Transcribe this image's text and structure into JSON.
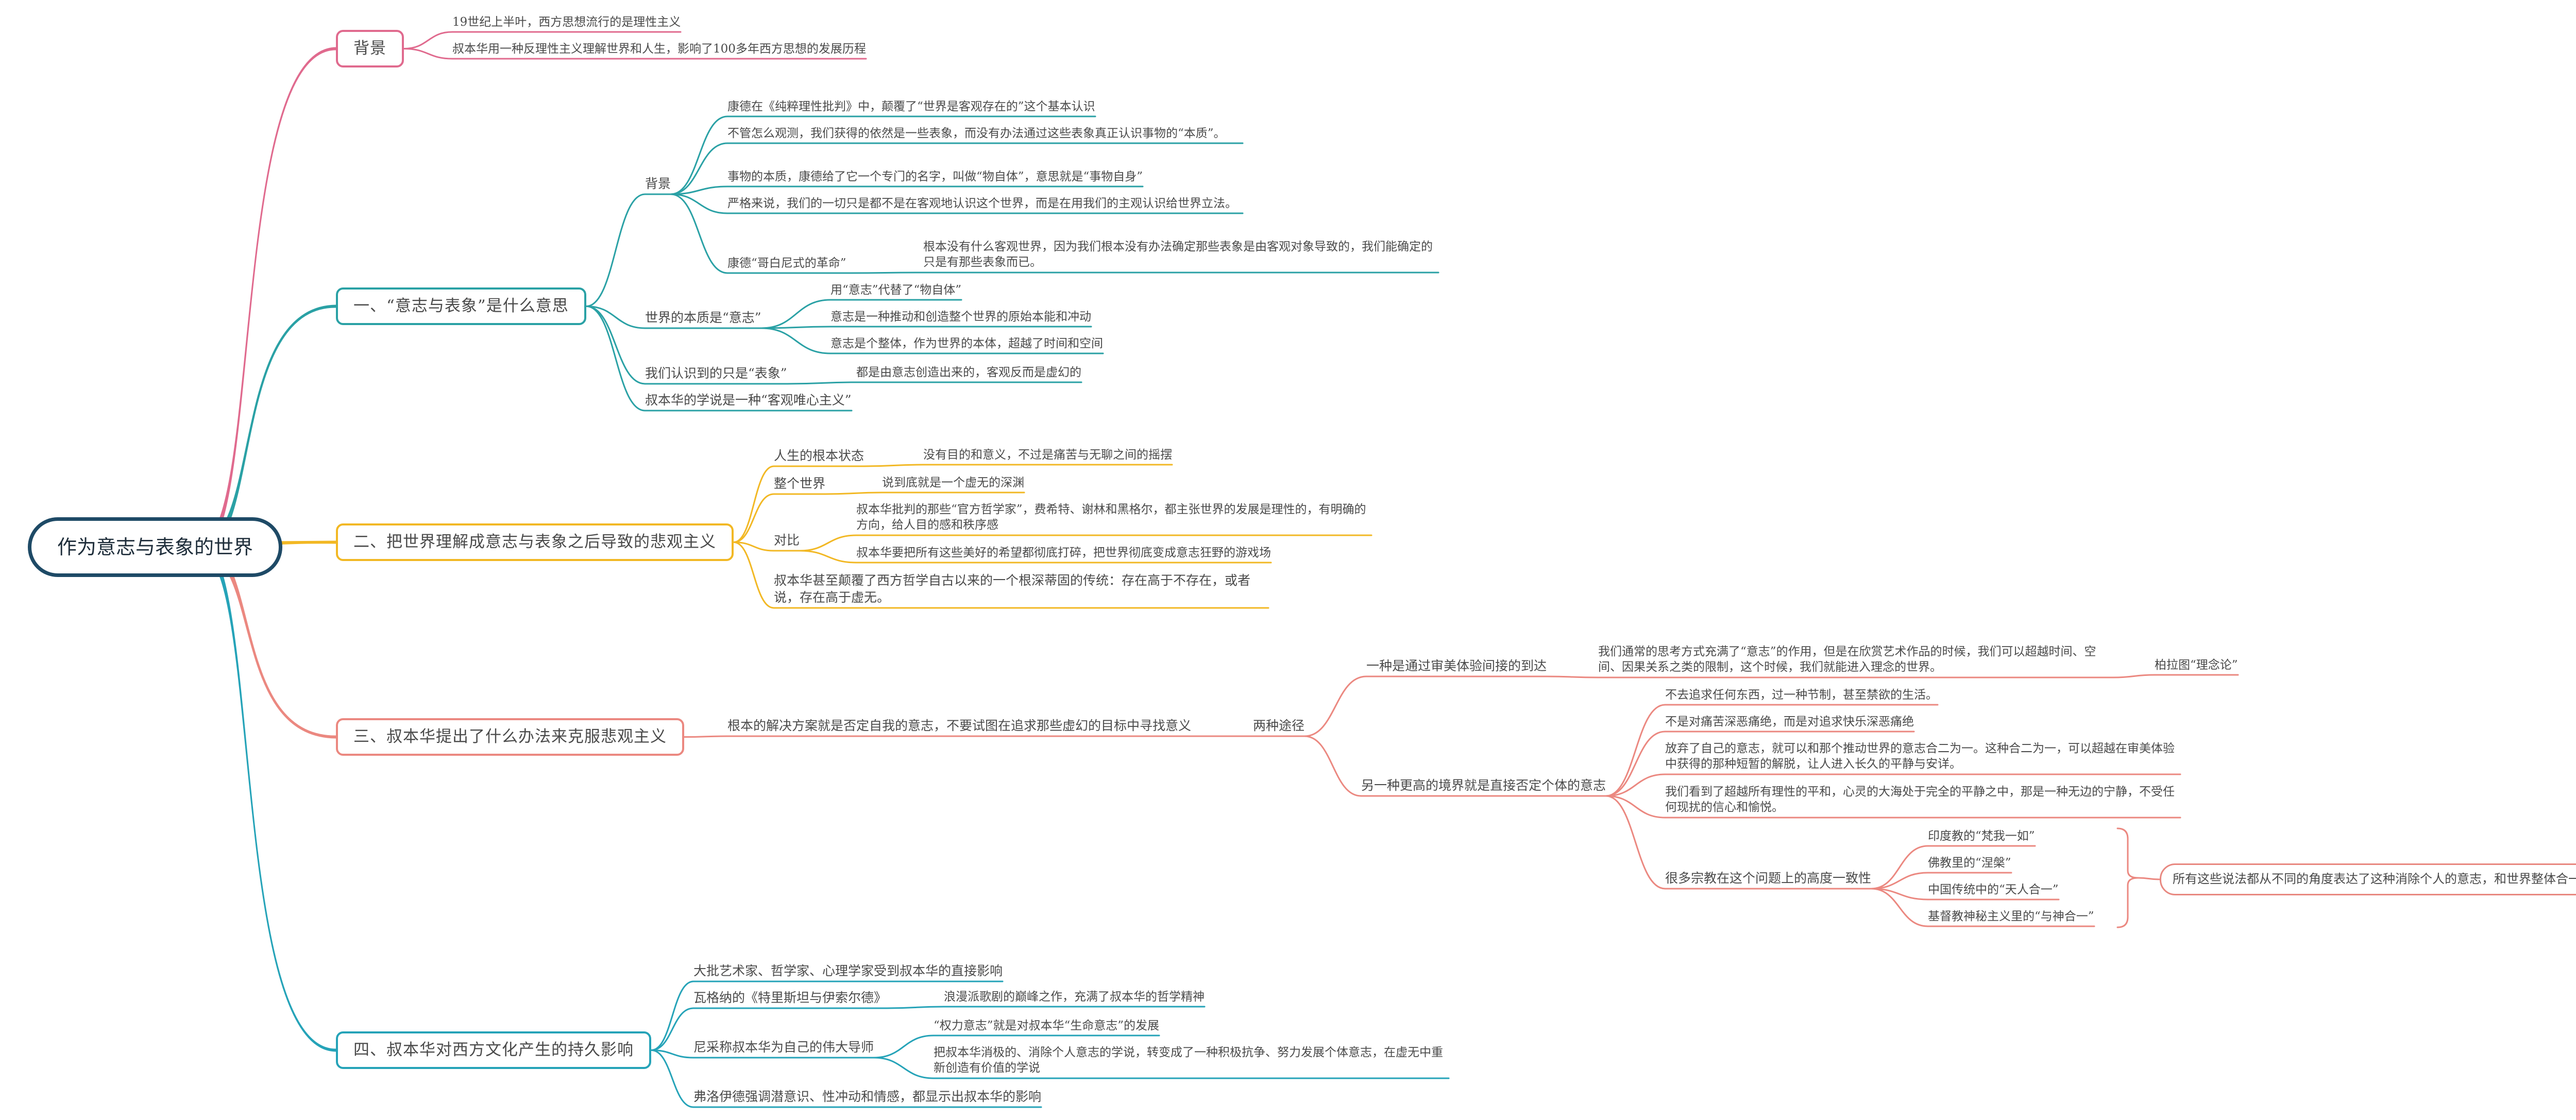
{
  "colors": {
    "root": "#1e4a66",
    "background": "#e06a8e",
    "idea": "#2aa1a5",
    "pessimism": "#f2b824",
    "overcome": "#eb8880",
    "influence": "#25a3b8"
  },
  "root": "作为意志与表象的世界",
  "background_branch": {
    "title": "背景",
    "items": [
      "19世纪上半叶，西方思想流行的是理性主义",
      "叔本华用一种反理性主义理解世界和人生，影响了100多年西方思想的发展历程"
    ]
  },
  "idea_branch": {
    "title": "一、“意志与表象”是什么意思",
    "bg": {
      "title": "背景",
      "items": [
        "康德在《纯粹理性批判》中，颠覆了“世界是客观存在的”这个基本认识",
        "不管怎么观测，我们获得的依然是一些表象，而没有办法通过这些表象真正认识事物的“本质”。",
        "事物的本质，康德给了它一个专门的名字，叫做“物自体”，意思就是“事物自身”",
        "严格来说，我们的一切只是都不是在客观地认识这个世界，而是在用我们的主观认识给世界立法。",
        "康德“哥白尼式的革命”"
      ],
      "revolution_note": "根本没有什么客观世界，因为我们根本没有办法确定那些表象是由客观对象导致的，我们能确定的只是有那些表象而已。"
    },
    "essence": {
      "title": "世界的本质是“意志”",
      "items": [
        "用“意志”代替了“物自体”",
        "意志是一种推动和创造整个世界的原始本能和冲动",
        "意志是个整体，作为世界的本体，超越了时间和空间"
      ]
    },
    "repr": {
      "title": "我们认识到的只是“表象”",
      "note": "都是由意志创造出来的，客观反而是虚幻的"
    },
    "conclusion": "叔本华的学说是一种“客观唯心主义”"
  },
  "pessimism_branch": {
    "title": "二、把世界理解成意志与表象之后导致的悲观主义",
    "life": {
      "label": "人生的根本状态",
      "note": "没有目的和意义，不过是痛苦与无聊之间的摇摆"
    },
    "world": {
      "label": "整个世界",
      "note": "说到底就是一个虚无的深渊"
    },
    "contrast": {
      "label": "对比",
      "items": [
        "叔本华批判的那些“官方哲学家”，费希特、谢林和黑格尔，都主张世界的发展是理性的，有明确的方向，给人目的感和秩序感",
        "叔本华要把所有这些美好的希望都彻底打碎，把世界彻底变成意志狂野的游戏场"
      ]
    },
    "final": "叔本华甚至颠覆了西方哲学自古以来的一个根深蒂固的传统：存在高于不存在，或者说，存在高于虚无。"
  },
  "overcome_branch": {
    "title": "三、叔本华提出了什么办法来克服悲观主义",
    "solution": "根本的解决方案就是否定自我的意志，不要试图在追求那些虚幻的目标中寻找意义",
    "two_ways": "两种途径",
    "art": {
      "label": "一种是通过审美体验间接的到达",
      "detail": "我们通常的思考方式充满了“意志”的作用，但是在欣赏艺术作品的时候，我们可以超越时间、空间、因果关系之类的限制，这个时候，我们就能进入理念的世界。",
      "plato": "柏拉图“理念论”"
    },
    "negation": {
      "label": "另一种更高的境界就是直接否定个体的意志",
      "items": [
        "不去追求任何东西，过一种节制，甚至禁欲的生活。",
        "不是对痛苦深恶痛绝，而是对追求快乐深恶痛绝",
        "放弃了自己的意志，就可以和那个推动世界的意志合二为一。这种合二为一，可以超越在审美体验中获得的那种短暂的解脱，让人进入长久的平静与安详。",
        "我们看到了超越所有理性的平和，心灵的大海处于完全的平静之中，那是一种无边的宁静，不受任何现扰的信心和愉悦。"
      ],
      "religions_label": "很多宗教在这个问题上的高度一致性",
      "religions": [
        "印度教的“梵我一如”",
        "佛教里的“涅槃”",
        "中国传统中的“天人合一”",
        "基督教神秘主义里的“与神合一”"
      ],
      "summary": "所有这些说法都从不同的角度表达了这种消除个人的意志，和世界整体合一的境界"
    }
  },
  "influence_branch": {
    "title": "四、叔本华对西方文化产生的持久影响",
    "line1": "大批艺术家、哲学家、心理学家受到叔本华的直接影响",
    "wagner": {
      "label": "瓦格纳的《特里斯坦与伊索尔德》",
      "note": "浪漫派歌剧的巅峰之作，充满了叔本华的哲学精神"
    },
    "nietzsche": {
      "label": "尼采称叔本华为自己的伟大导师",
      "items": [
        "“权力意志”就是对叔本华“生命意志”的发展",
        "把叔本华消极的、消除个人意志的学说，转变成了一种积极抗争、努力发展个体意志，在虚无中重新创造有价值的学说"
      ]
    },
    "freud": "弗洛伊德强调潜意识、性冲动和情感，都显示出叔本华的影响"
  }
}
